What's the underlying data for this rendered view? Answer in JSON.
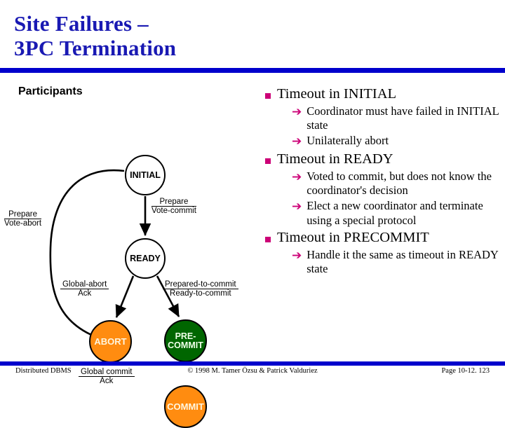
{
  "title": {
    "line1": "Site Failures –",
    "line2": "3PC Termination"
  },
  "colors": {
    "title_blue": "#1919B3",
    "rule_blue": "#0000CC",
    "bullet_magenta": "#CC0077",
    "state_orange": "#FF8C10",
    "state_green": "#006600"
  },
  "diagram": {
    "caption": "Participants",
    "nodes": [
      {
        "id": "initial",
        "label": "INITIAL",
        "fill": "white"
      },
      {
        "id": "ready",
        "label": "READY",
        "fill": "white"
      },
      {
        "id": "abort",
        "label": "ABORT",
        "fill": "orange"
      },
      {
        "id": "precommit",
        "label": "PRE-\nCOMMIT",
        "label_l1": "PRE-",
        "label_l2": "COMMIT",
        "fill": "green"
      },
      {
        "id": "commit",
        "label": "COMMIT",
        "fill": "orange"
      }
    ],
    "edges": [
      {
        "id": "initial-ready",
        "numerator": "Prepare",
        "denominator": "Vote-commit"
      },
      {
        "id": "initial-abort",
        "numerator": "Prepare",
        "denominator": "Vote-abort"
      },
      {
        "id": "ready-abort",
        "numerator": "Global-abort",
        "denominator": "Ack"
      },
      {
        "id": "ready-precommit",
        "numerator": "Prepared-to-commit",
        "denominator": "Ready-to-commit"
      },
      {
        "id": "precommit-commit",
        "numerator": "Global commit",
        "denominator": "Ack"
      }
    ]
  },
  "bullets": [
    {
      "text": "Timeout in INITIAL",
      "sub": [
        "Coordinator must have failed in INITIAL state",
        "Unilaterally abort"
      ]
    },
    {
      "text": "Timeout in READY",
      "sub": [
        "Voted to commit, but does not know the coordinator's decision",
        "Elect a new coordinator and terminate using a special protocol"
      ]
    },
    {
      "text": "Timeout in PRECOMMIT",
      "sub": [
        "Handle it the same as timeout in READY state"
      ]
    }
  ],
  "footer": {
    "left": "Distributed DBMS",
    "center": "© 1998 M. Tamer Özsu & Patrick Valduriez",
    "right": "Page 10-12. 123"
  }
}
